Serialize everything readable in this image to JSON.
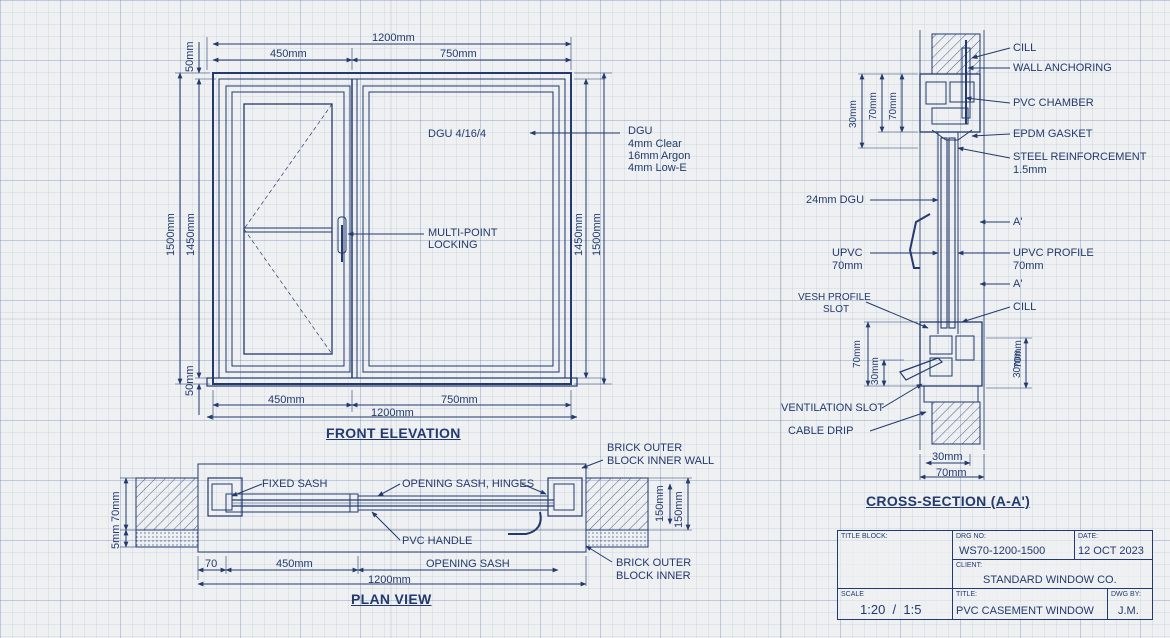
{
  "views": {
    "front": "FRONT ELEVATION",
    "plan": "PLAN VIEW",
    "section": "CROSS-SECTION (A-A')"
  },
  "front_dims": {
    "top_overall": "1200mm",
    "top_left": "450mm",
    "top_right": "750mm",
    "bottom_left": "450mm",
    "bottom_right": "750mm",
    "bottom_overall": "1200mm",
    "left_top": "50mm",
    "left_overall": "1500mm",
    "left_inner": "1450mm",
    "left_bottom": "50mm",
    "right_inner": "1450mm",
    "right_overall": "1500mm"
  },
  "front_notes": {
    "glazing": "DGU 4/16/4",
    "dgu_title": "DGU",
    "dgu_line1": "4mm Clear",
    "dgu_line2": "16mm Argon",
    "dgu_line3": "4mm Low-E",
    "lock_line1": "MULTI-POINT",
    "lock_line2": "LOCKING"
  },
  "plan_notes": {
    "fixed_sash": "FIXED SASH",
    "opening_sash_hinges": "OPENING SASH, HINGES",
    "brick_top_line1": "BRICK OUTER",
    "brick_top_line2": "BLOCK INNER WALL",
    "pvc_handle": "PVC HANDLE",
    "brick_bottom_line1": "BRICK OUTER",
    "brick_bottom_line2": "BLOCK INNER"
  },
  "plan_dims": {
    "left_70": "70mm",
    "left_5": "5mm",
    "d70": "70",
    "d450": "450mm",
    "opening_sash": "OPENING SASH",
    "overall": "1200mm",
    "right_150a": "150mm",
    "right_150b": "150mm"
  },
  "section_notes": {
    "cill_top": "CILL",
    "wall_anchoring": "WALL ANCHORING",
    "pvc_chamber": "PVC CHAMBER",
    "epdm_gasket": "EPDM GASKET",
    "steel_line1": "STEEL REINFORCEMENT",
    "steel_line2": "1.5mm",
    "dgu_24": "24mm DGU",
    "a_prime_1": "A'",
    "upvc_left_line1": "UPVC",
    "upvc_left_line2": "70mm",
    "upvc_right_line1": "UPVC PROFILE",
    "upvc_right_line2": "70mm",
    "a_prime_2": "A'",
    "vesh_line1": "VESH PROFILE",
    "vesh_line2": "SLOT",
    "cill_bottom": "CILL",
    "ventilation_slot": "VENTILATION SLOT",
    "cable_drip": "CABLE DRIP"
  },
  "section_dims": {
    "top_30": "30mm",
    "top_70a": "70mm",
    "top_70b": "70mm",
    "bot_70": "70mm",
    "bot_30": "30mm",
    "right_70": "70mm",
    "right_30": "30mm",
    "bottom_30": "30mm",
    "bottom_70": "70mm"
  },
  "title_block": {
    "title_block_label": "TITLE BLOCK:",
    "drg_no_label": "DRG NO:",
    "drg_no": "WS70-1200-1500",
    "date_label": "DATE:",
    "date": "12 OCT 2023",
    "client_label": "CLIENT:",
    "client": "STANDARD WINDOW CO.",
    "scale_label": "SCALE",
    "scale": "1:20  /  1:5",
    "title_label": "TITLE:",
    "title": "PVC CASEMENT WINDOW",
    "dwg_by_label": "DWG BY:",
    "dwg_by": "J.M."
  },
  "colors": {
    "ink": "#233a6e",
    "paper": "#eef0f1",
    "grid": "#466eaa"
  }
}
